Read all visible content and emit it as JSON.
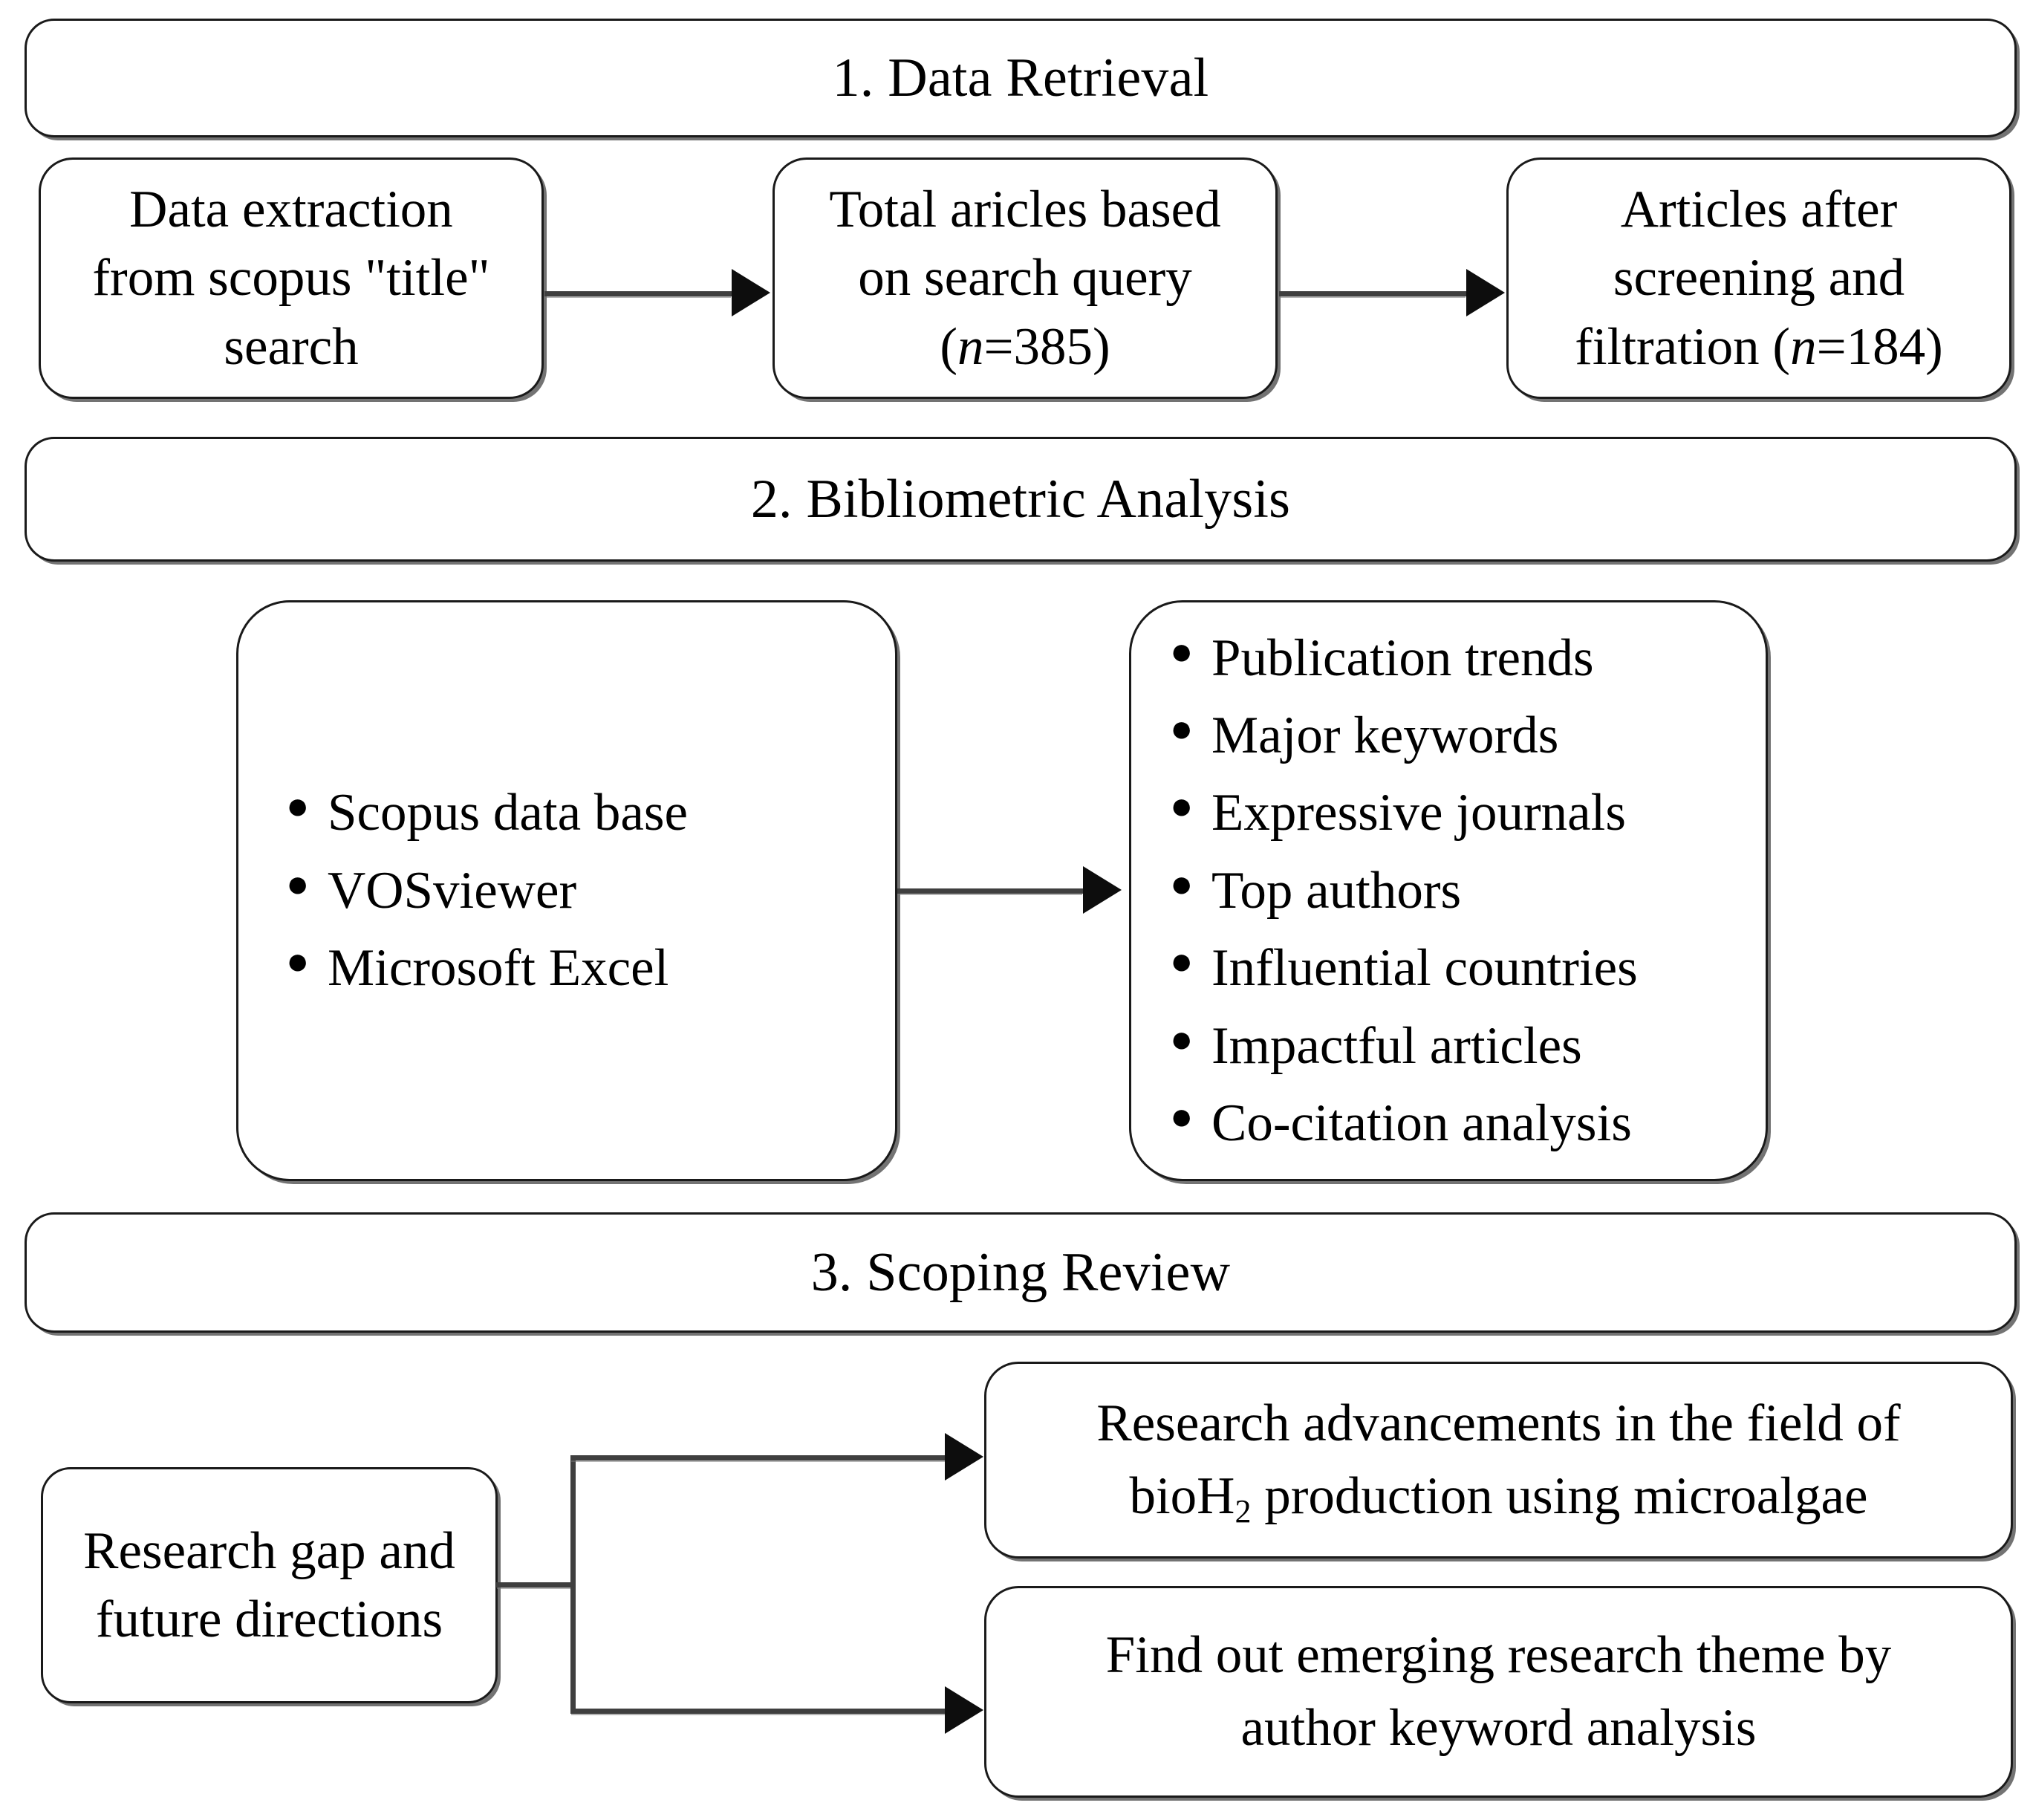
{
  "diagram": {
    "title": "Research methodology flowchart",
    "background_color": "#ffffff",
    "line_color": "#3f3f3f",
    "border_color": "#1a1a1a"
  },
  "sections": {
    "one": {
      "banner": "1. Data Retrieval",
      "steps": [
        {
          "line1": "Data extraction",
          "line2": "from scopus \"title\"",
          "line3": "search"
        },
        {
          "line1": "Total aricles based",
          "line2": "on search query",
          "n_prefix": "(",
          "n_symbol": "n",
          "n_value": "=385)"
        },
        {
          "line1": "Articles after",
          "line2": "screening and",
          "line3_prefix": "filtration (",
          "n_symbol": "n",
          "n_value": "=184)"
        }
      ]
    },
    "two": {
      "banner": "2. Bibliometric Analysis",
      "tools_panel": {
        "items": [
          "Scopus data base",
          "VOSviewer",
          "Microsoft Excel"
        ]
      },
      "outputs_panel": {
        "items": [
          "Publication trends",
          "Major keywords",
          "Expressive journals",
          "Top authors",
          "Influential countries",
          "Impactful articles",
          "Co-citation analysis"
        ]
      }
    },
    "three": {
      "banner": "3. Scoping Review",
      "source_box": {
        "line1": "Research gap and",
        "line2": "future directions"
      },
      "outcomes": [
        {
          "line1": "Research advancements in the field of",
          "line2_pre": "bioH",
          "line2_sub": "2",
          "line2_post": " production using microalgae"
        },
        {
          "line1": "Find out emerging research theme by",
          "line2": "author keyword analysis"
        }
      ]
    }
  }
}
